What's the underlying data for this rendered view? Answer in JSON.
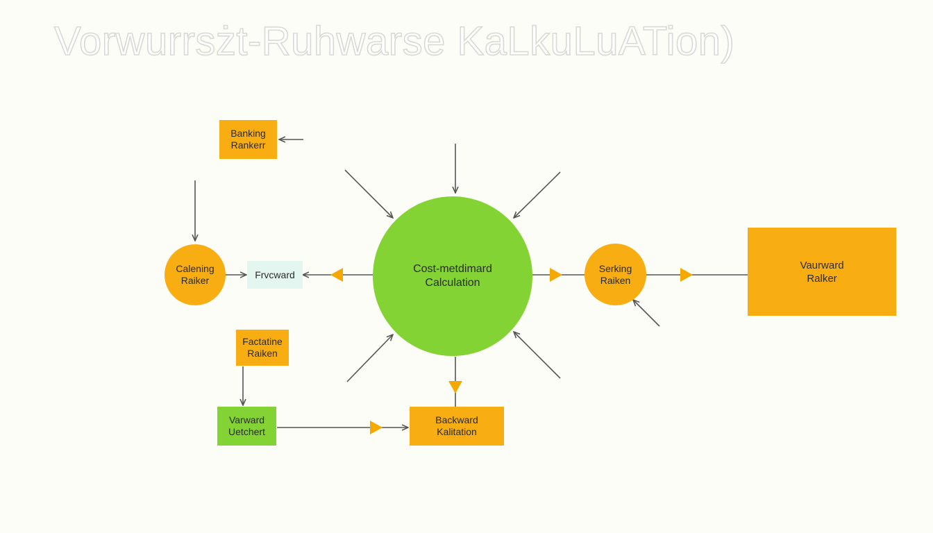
{
  "title": "Vorwurrsżt-Ruhwarse KaLkuLuATion)",
  "nodes": {
    "banking_ranker": {
      "line1": "Banking",
      "line2": "Rankerr"
    },
    "calening_raiker": {
      "line1": "Calening",
      "line2": "Raiker"
    },
    "frvcward": {
      "line1": "Frvcward"
    },
    "hub": {
      "line1": "Cost-metdimard",
      "line2": "Calculation"
    },
    "serking_raiken": {
      "line1": "Serking",
      "line2": "Raiken"
    },
    "vaurward_ralker": {
      "line1": "Vaurward",
      "line2": "Ralker"
    },
    "factatine_raiken": {
      "line1": "Factatine",
      "line2": "Raiken"
    },
    "varward_uetchert": {
      "line1": "Varward",
      "line2": "Uetchert"
    },
    "backward_kalitation": {
      "line1": "Backward",
      "line2": "Kalitation"
    }
  },
  "colors": {
    "orange": "#f8ae12",
    "green": "#83d334",
    "mint": "#e3f6ef",
    "arrow": "#555555",
    "arrowhead_accent": "#f5a800"
  }
}
